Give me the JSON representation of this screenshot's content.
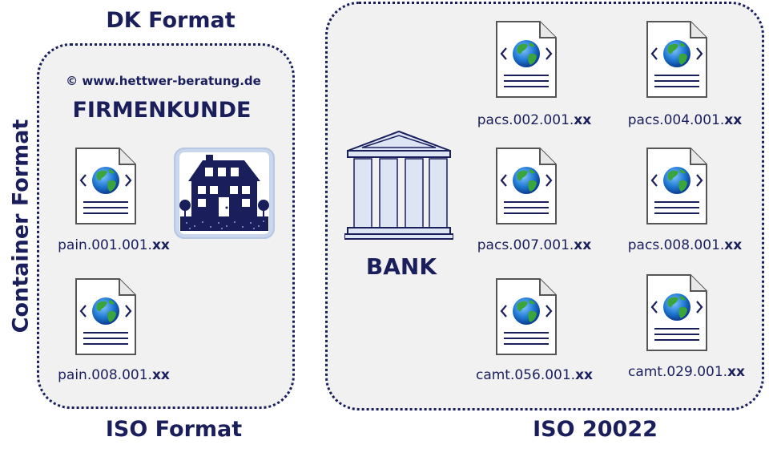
{
  "titles": {
    "dk_format": "DK Format",
    "iso_format": "ISO Format",
    "container_format": "Container Format",
    "iso_20022": "ISO 20022"
  },
  "firmenkunde": {
    "copyright": "© www.hettwer-beratung.de",
    "heading": "FIRMENKUNDE",
    "documents": [
      {
        "name": "pain.001.001.",
        "suffix": "xx"
      },
      {
        "name": "pain.008.001.",
        "suffix": "xx"
      }
    ]
  },
  "bank": {
    "heading": "BANK",
    "documents": [
      {
        "name": "pacs.002.001.",
        "suffix": "xx"
      },
      {
        "name": "pacs.004.001.",
        "suffix": "xx"
      },
      {
        "name": "pacs.007.001.",
        "suffix": "xx"
      },
      {
        "name": "pacs.008.001.",
        "suffix": "xx"
      },
      {
        "name": "camt.056.001.",
        "suffix": "xx"
      },
      {
        "name": "camt.029.001.",
        "suffix": "xx"
      }
    ]
  },
  "icons": [
    "document-globe-icon",
    "house-icon",
    "bank-building-icon"
  ],
  "colors": {
    "navy": "#1a1f5c",
    "panel": "#f1f1f2",
    "pillar": "#dde4f3"
  }
}
